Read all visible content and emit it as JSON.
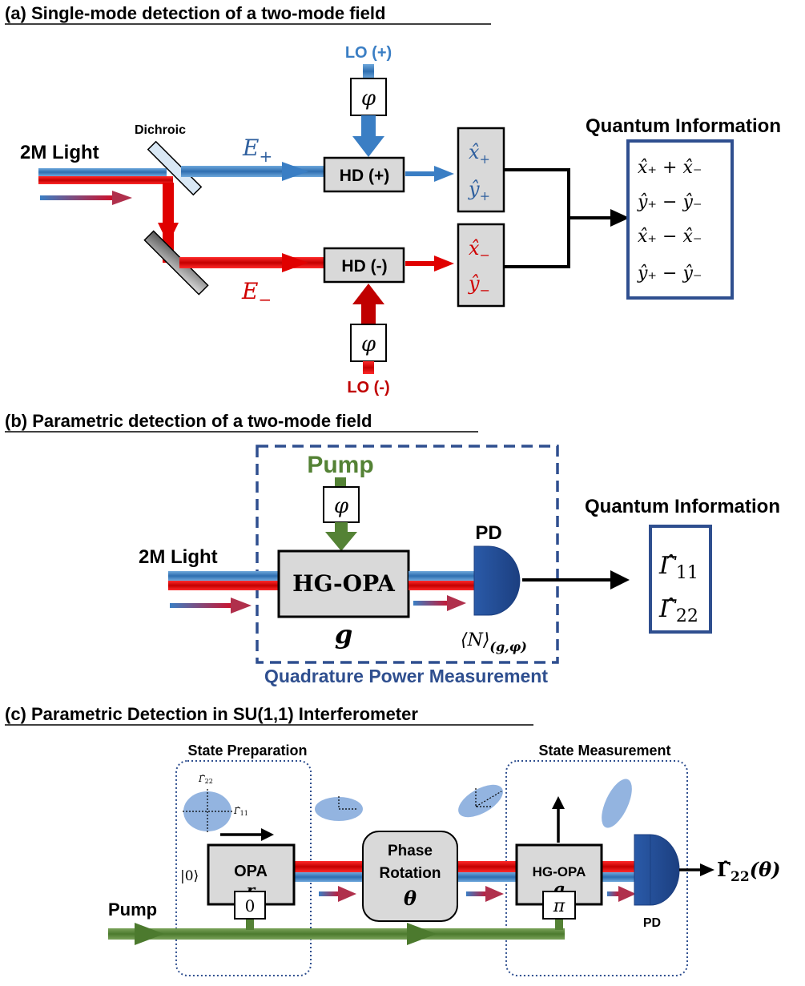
{
  "panel_a": {
    "title": "(a) Single-mode detection of a two-mode field",
    "lo_plus": "LO (+)",
    "lo_minus": "LO (-)",
    "phi": "φ",
    "dichroic": "Dichroic",
    "light": "2M Light",
    "e_plus": "E",
    "e_plus_sub": "+",
    "e_minus": "E",
    "e_minus_sub": "−",
    "hd_plus": "HD (+)",
    "hd_minus": "HD (-)",
    "x_plus": "x̂",
    "x_plus_sub": "+",
    "y_plus": "ŷ",
    "y_plus_sub": "+",
    "x_minus": "x̂",
    "x_minus_sub": "−",
    "y_minus": "ŷ",
    "y_minus_sub": "−",
    "qi_title": "Quantum Information",
    "qi_1": "x̂₊ + x̂₋",
    "qi_2": "ŷ₊ − ŷ₋",
    "qi_3": "x̂₊ − x̂₋",
    "qi_4": "ŷ₊ − ŷ₋"
  },
  "panel_b": {
    "title": "(b) Parametric detection of a two-mode field",
    "pump": "Pump",
    "phi": "φ",
    "light": "2M Light",
    "opa": "HG-OPA",
    "gain": "g",
    "pd": "PD",
    "n_expect": "⟨N⟩",
    "n_sub": "(g,φ)",
    "qi_title": "Quantum Information",
    "gamma11": "Γ̂",
    "gamma11_sub": "11",
    "gamma22": "Γ̂",
    "gamma22_sub": "22",
    "qpm": "Quadrature Power Measurement"
  },
  "panel_c": {
    "title": "(c) Parametric Detection in SU(1,1) Interferometer",
    "state_prep": "State Preparation",
    "state_meas": "State Measurement",
    "g22": "Γ̂",
    "g22_sub": "22",
    "g11": "Γ̂",
    "g11_sub": "11",
    "vac": "|0⟩",
    "opa": "OPA",
    "opa_r": "r",
    "phase_1": "Phase",
    "phase_2": "Rotation",
    "theta": "θ",
    "hg_opa": "HG-OPA",
    "hg_g": "g",
    "pd": "PD",
    "zero": "0",
    "pi": "π",
    "pump": "Pump",
    "output": "Γ̂",
    "output_sub": "22",
    "output_arg": "(θ)"
  },
  "colors": {
    "blue": "#3a7ec4",
    "red": "#e00000",
    "green": "#548235",
    "navy": "#2f4f8f",
    "gray_box": "#d9d9d9"
  }
}
